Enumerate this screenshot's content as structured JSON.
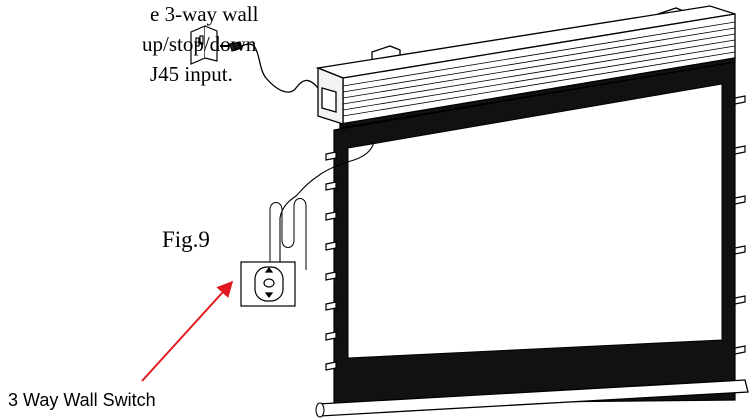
{
  "intro_lines": [
    "e 3-way wall",
    "up/stop/down",
    "J45 input."
  ],
  "figure_label": "Fig.9",
  "callout_label": "3 Way Wall Switch",
  "colors": {
    "line": "#000000",
    "arrow": "#e0191f",
    "screen_border": "#111111"
  }
}
